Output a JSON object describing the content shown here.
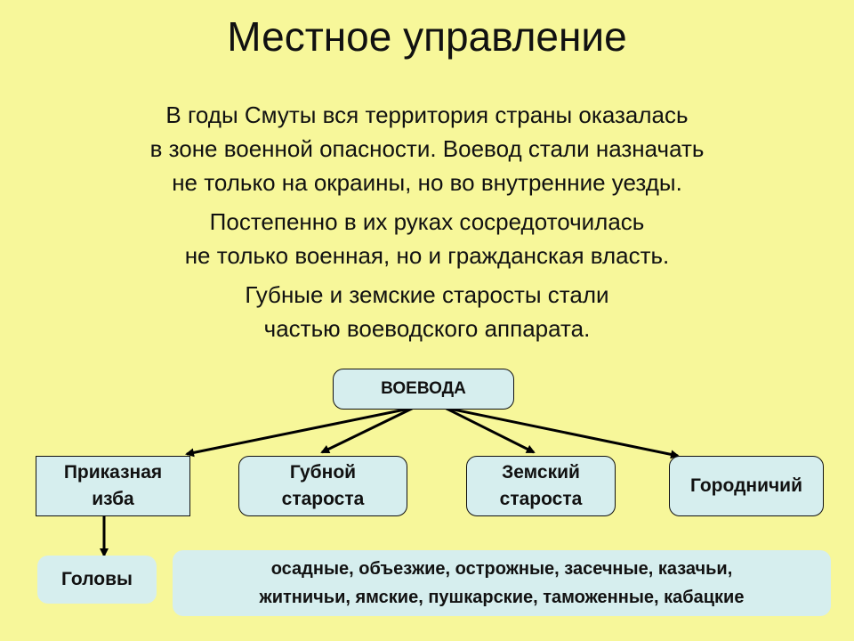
{
  "title": "Местное управление",
  "paragraphs": {
    "p1": [
      "В годы Смуты вся территория страны оказалась",
      "в зоне военной опасности. Воевод стали назначать",
      "не только на окраины, но во внутренние уезды."
    ],
    "p2": [
      "Постепенно в их руках сосредоточилась",
      "не только военная, но и гражданская власть."
    ],
    "p3": [
      "Губные и земские старосты стали",
      "частью воеводского аппарата."
    ]
  },
  "diagram": {
    "root": "ВОЕВОДА",
    "children": {
      "prikaznaya": [
        "Приказная",
        "изба"
      ],
      "gubnoy": [
        "Губной",
        "староста"
      ],
      "zemsky": [
        "Земский",
        "староста"
      ],
      "gorodnichy": "Городничий"
    },
    "golovy": "Головы",
    "golovy_types": [
      "осадные, объезжие, острожные, засечные, казачьи,",
      "житничьи, ямские, пушкарские, таможенные, кабацкие"
    ]
  }
}
